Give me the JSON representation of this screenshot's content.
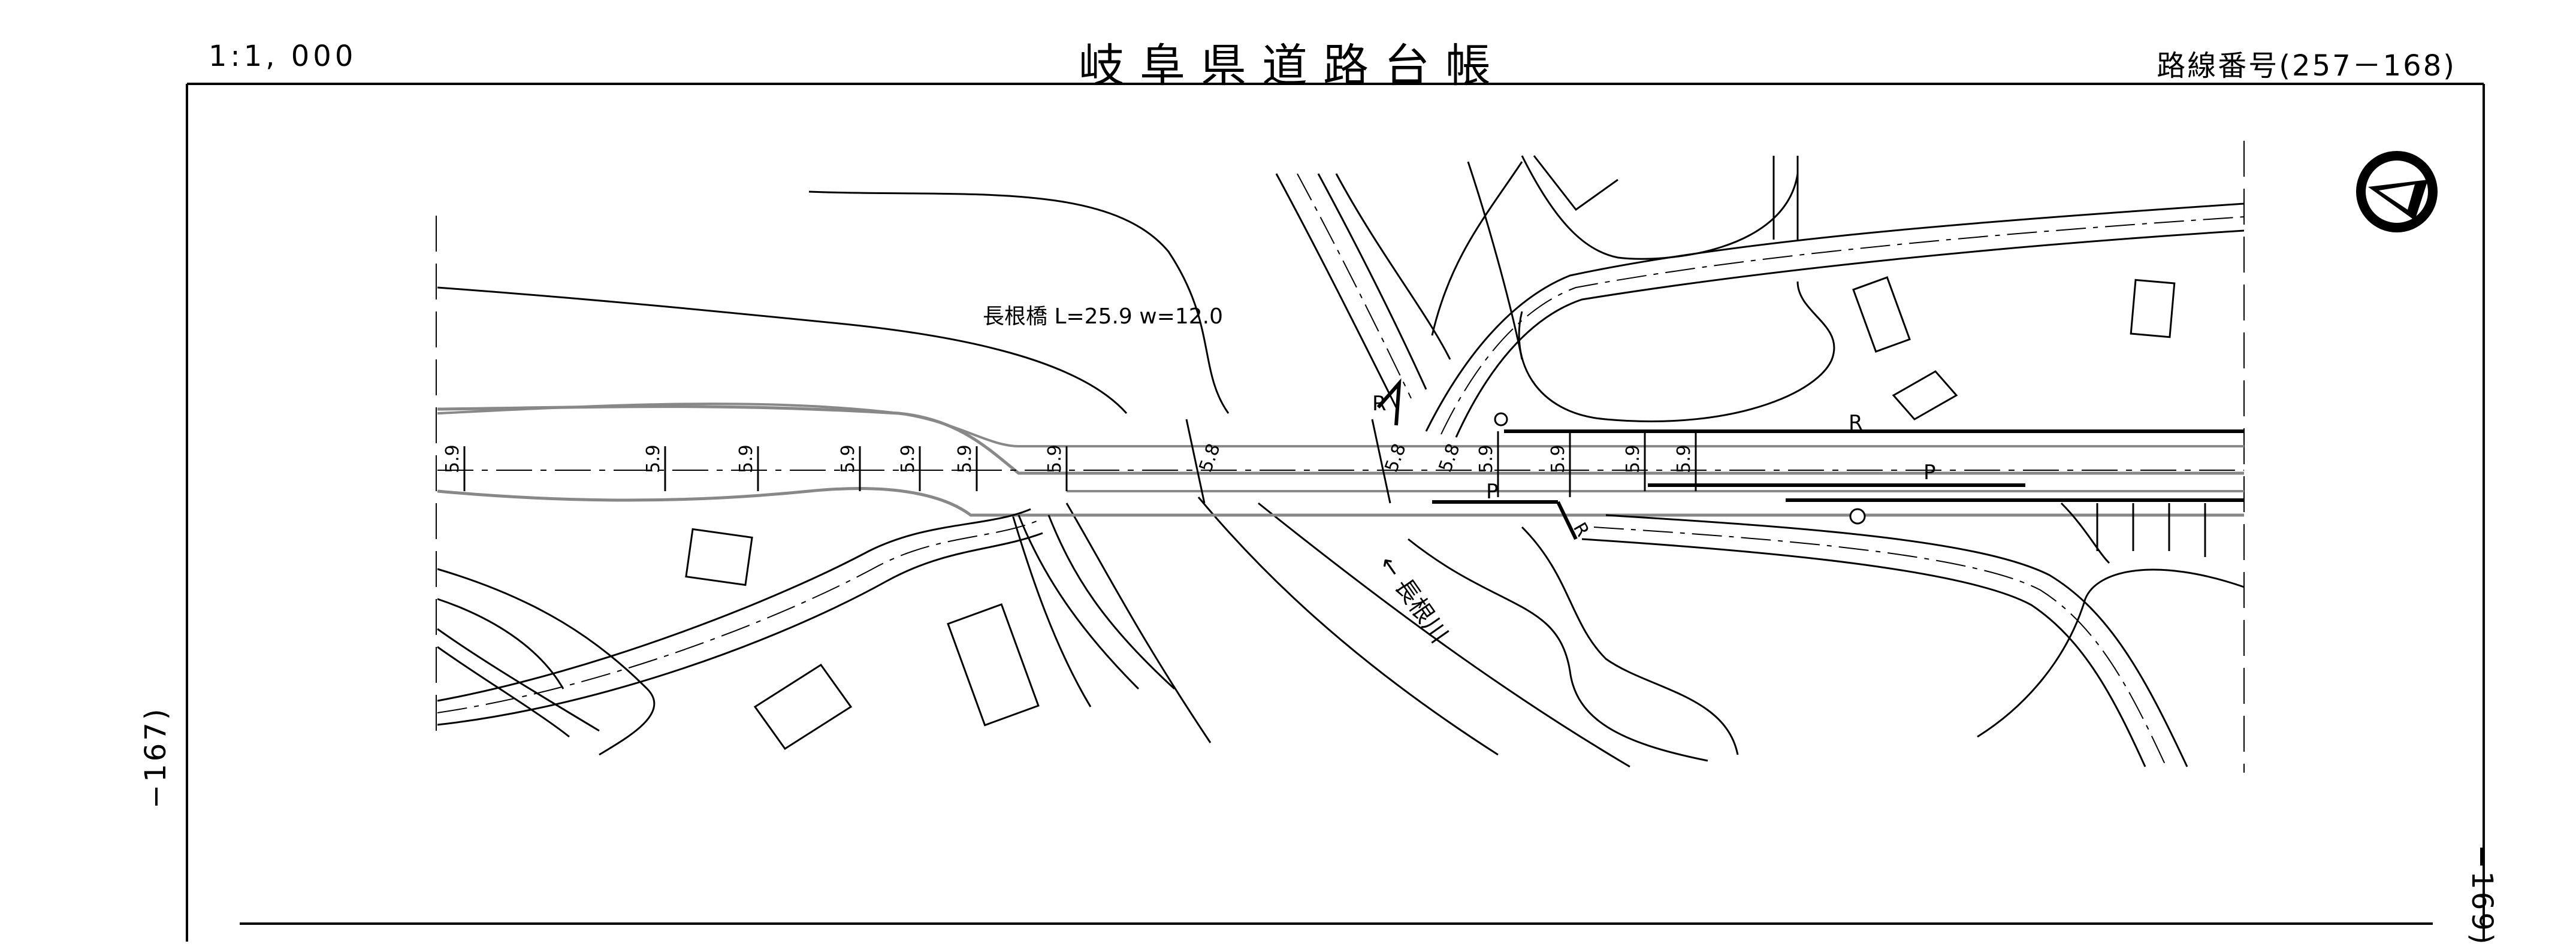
{
  "header": {
    "scale": "1:1, 000",
    "title": "岐阜県道路台帳",
    "route_number": "路線番号(257－168)"
  },
  "side_refs": {
    "left": "−167)",
    "right": "−169)"
  },
  "map": {
    "bridge_label": "長根橋  L=25.9  w=12.0",
    "river_label": "← 長根川",
    "road_width_labels": [
      "5.9",
      "5.9",
      "5.9",
      "5.9",
      "5.9",
      "5.9",
      "5.9",
      "5.8",
      "5.8",
      "5.8",
      "5.9",
      "5.9",
      "5.9",
      "5.9"
    ],
    "symbol_labels": {
      "r_upper_left": "R",
      "r_upper_right": "R",
      "p_lower_left": "P",
      "p_lower_right": "P",
      "r_lower": "R"
    },
    "north_arrow": "north-arrow-icon"
  }
}
